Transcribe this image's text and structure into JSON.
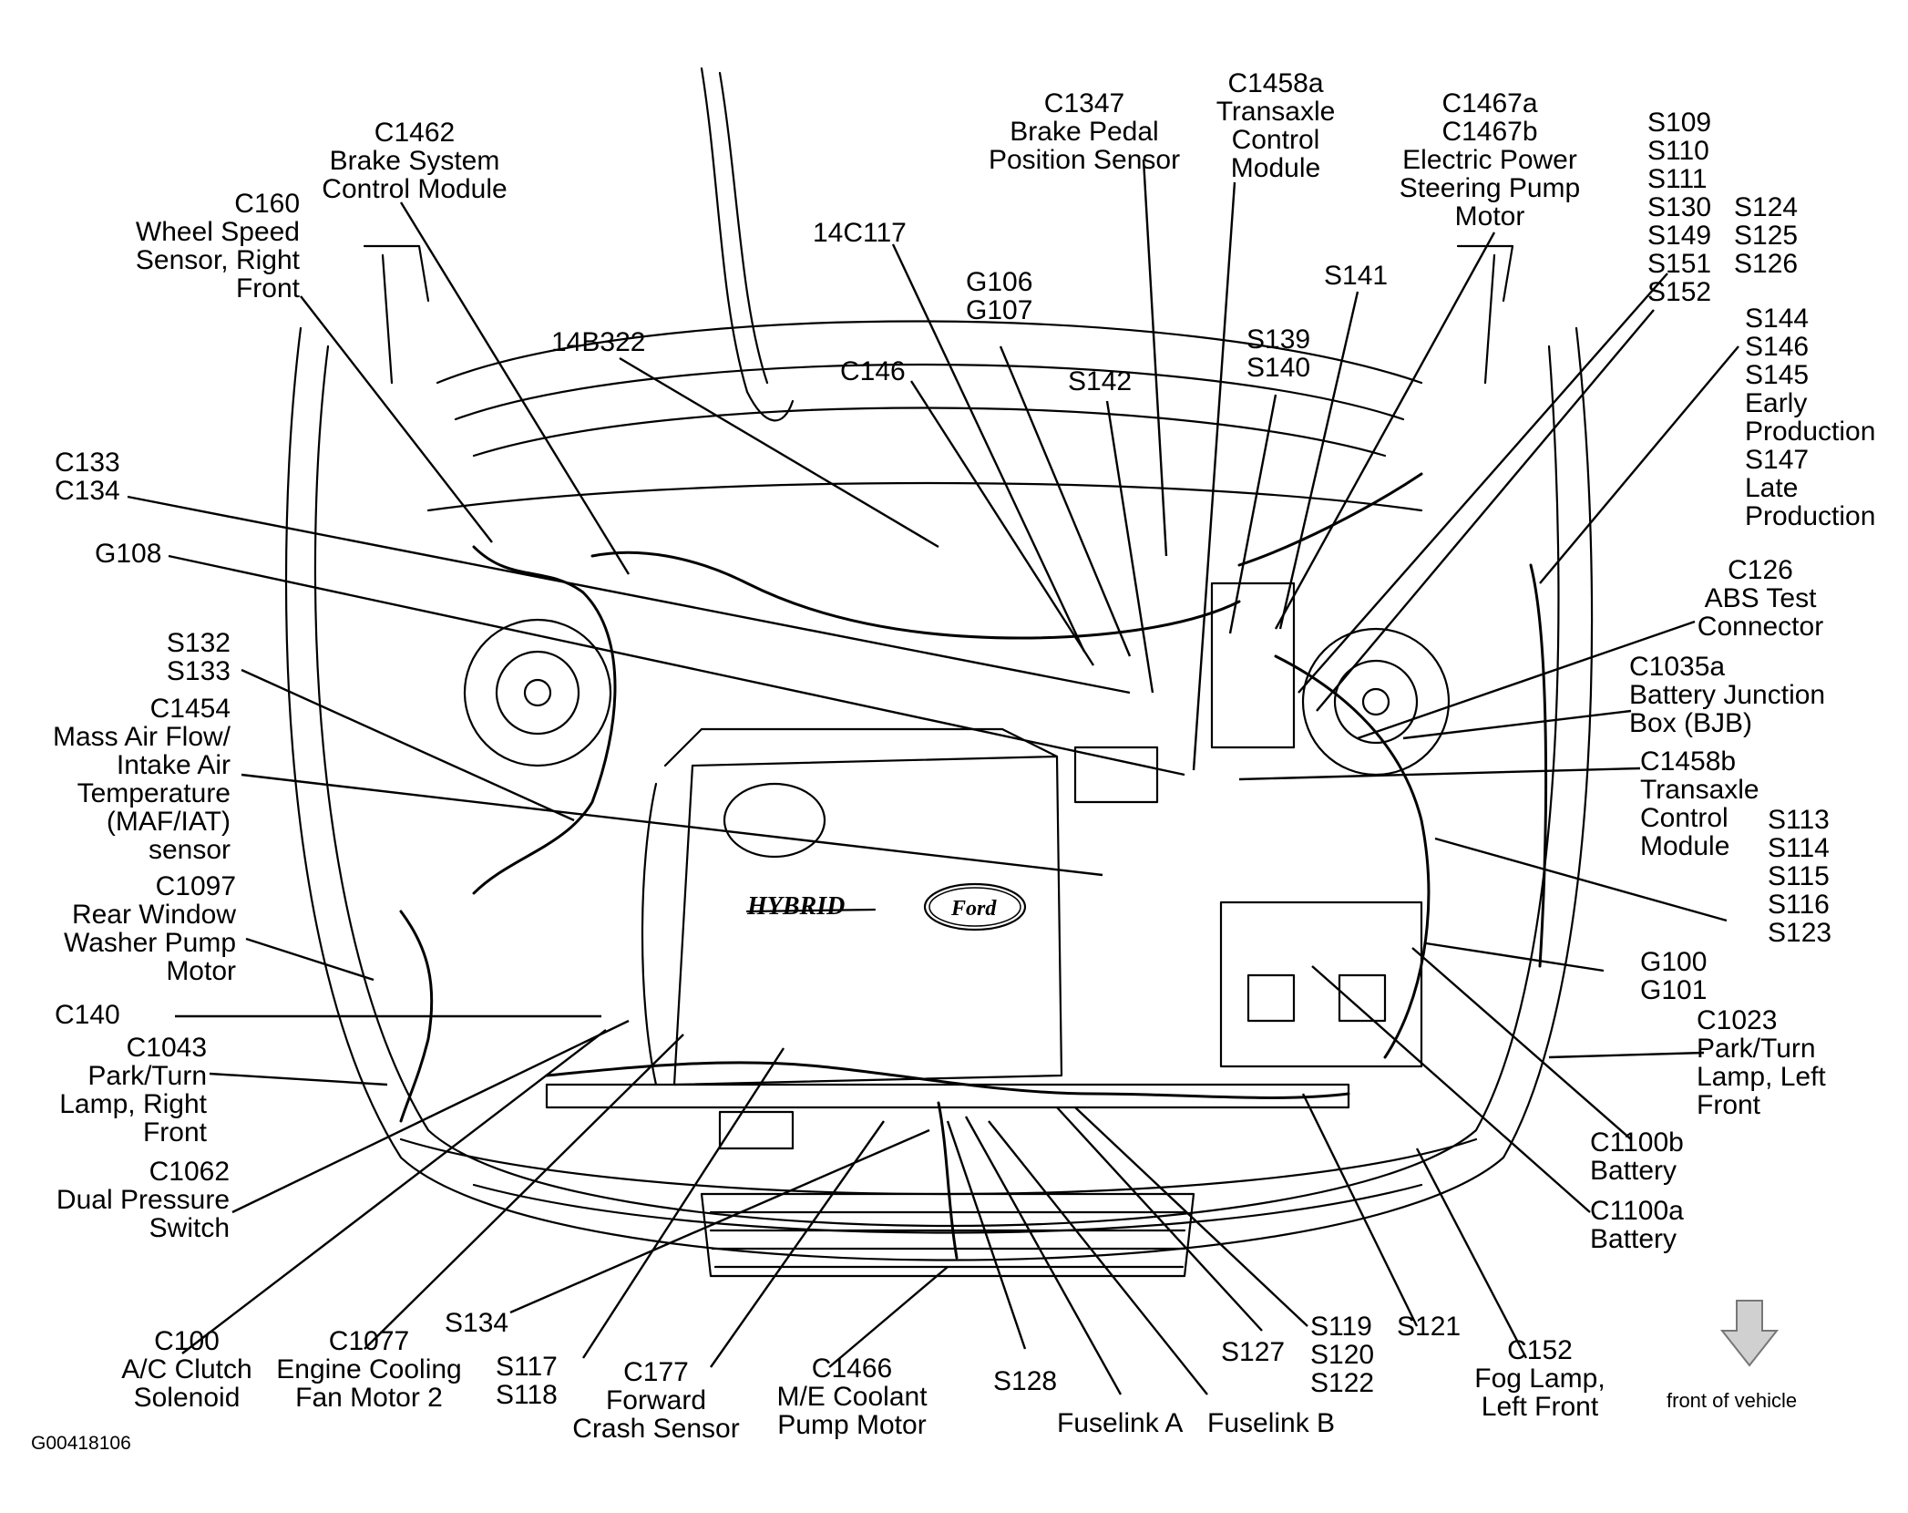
{
  "figure_id": "G00418106",
  "front_note": "front of vehicle",
  "brand_badge": "Ford",
  "model_badge": "HYBRID",
  "labels": {
    "c160": [
      "C160",
      "Wheel Speed",
      "Sensor, Right",
      "Front"
    ],
    "c1462": [
      "C1462",
      "Brake System",
      "Control Module"
    ],
    "b14b322": [
      "14B322"
    ],
    "c14c117": [
      "14C117"
    ],
    "c1347": [
      "C1347",
      "Brake Pedal",
      "Position Sensor"
    ],
    "c1458a": [
      "C1458a",
      "Transaxle",
      "Control",
      "Module"
    ],
    "c1467": [
      "C1467a",
      "C1467b",
      "Electric Power",
      "Steering Pump",
      "Motor"
    ],
    "s109": [
      "S109",
      "S110",
      "S111",
      "S130",
      "S149",
      "S151",
      "S152"
    ],
    "s124": [
      "S124",
      "S125",
      "S126"
    ],
    "s144": [
      "S144",
      "S146",
      "S145",
      "Early",
      "Production",
      "S147",
      "Late",
      "Production"
    ],
    "g106": [
      "G106",
      "G107"
    ],
    "c146": [
      "C146"
    ],
    "s142": [
      "S142"
    ],
    "s139": [
      "S139",
      "S140"
    ],
    "s141": [
      "S141"
    ],
    "c133": [
      "C133",
      "C134"
    ],
    "g108": [
      "G108"
    ],
    "c126": [
      "C126",
      "ABS Test",
      "Connector"
    ],
    "c1035a": [
      "C1035a",
      "Battery Junction",
      "Box (BJB)"
    ],
    "c1458b": [
      "C1458b",
      "Transaxle",
      "Control",
      "Module"
    ],
    "s113": [
      "S113",
      "S114",
      "S115",
      "S116",
      "S123"
    ],
    "g100": [
      "G100",
      "G101"
    ],
    "s132": [
      "S132",
      "S133"
    ],
    "c1454": [
      "C1454",
      "Mass Air Flow/",
      "Intake Air",
      "Temperature",
      "(MAF/IAT)",
      "sensor"
    ],
    "c1097": [
      "C1097",
      "Rear Window",
      "Washer Pump",
      "Motor"
    ],
    "c140": [
      "C140"
    ],
    "c1043": [
      "C1043",
      "Park/Turn",
      "Lamp, Right",
      "Front"
    ],
    "c1062": [
      "C1062",
      "Dual Pressure",
      "Switch"
    ],
    "c1023": [
      "C1023",
      "Park/Turn",
      "Lamp, Left",
      "Front"
    ],
    "c1100b": [
      "C1100b",
      "Battery"
    ],
    "c1100a": [
      "C1100a",
      "Battery"
    ],
    "c100": [
      "C100",
      "A/C Clutch",
      "Solenoid"
    ],
    "c1077": [
      "C1077",
      "Engine Cooling",
      "Fan Motor 2"
    ],
    "s134": [
      "S134"
    ],
    "s117": [
      "S117",
      "S118"
    ],
    "c177": [
      "C177",
      "Forward",
      "Crash Sensor"
    ],
    "c1466": [
      "C1466",
      "M/E Coolant",
      "Pump Motor"
    ],
    "s128": [
      "S128"
    ],
    "fuselink_a": [
      "Fuselink A"
    ],
    "fuselink_b": [
      "Fuselink B"
    ],
    "s127": [
      "S127"
    ],
    "s119": [
      "S119",
      "S120",
      "S122"
    ],
    "s121": [
      "S121"
    ],
    "c152": [
      "C152",
      "Fog Lamp,",
      "Left Front"
    ]
  }
}
